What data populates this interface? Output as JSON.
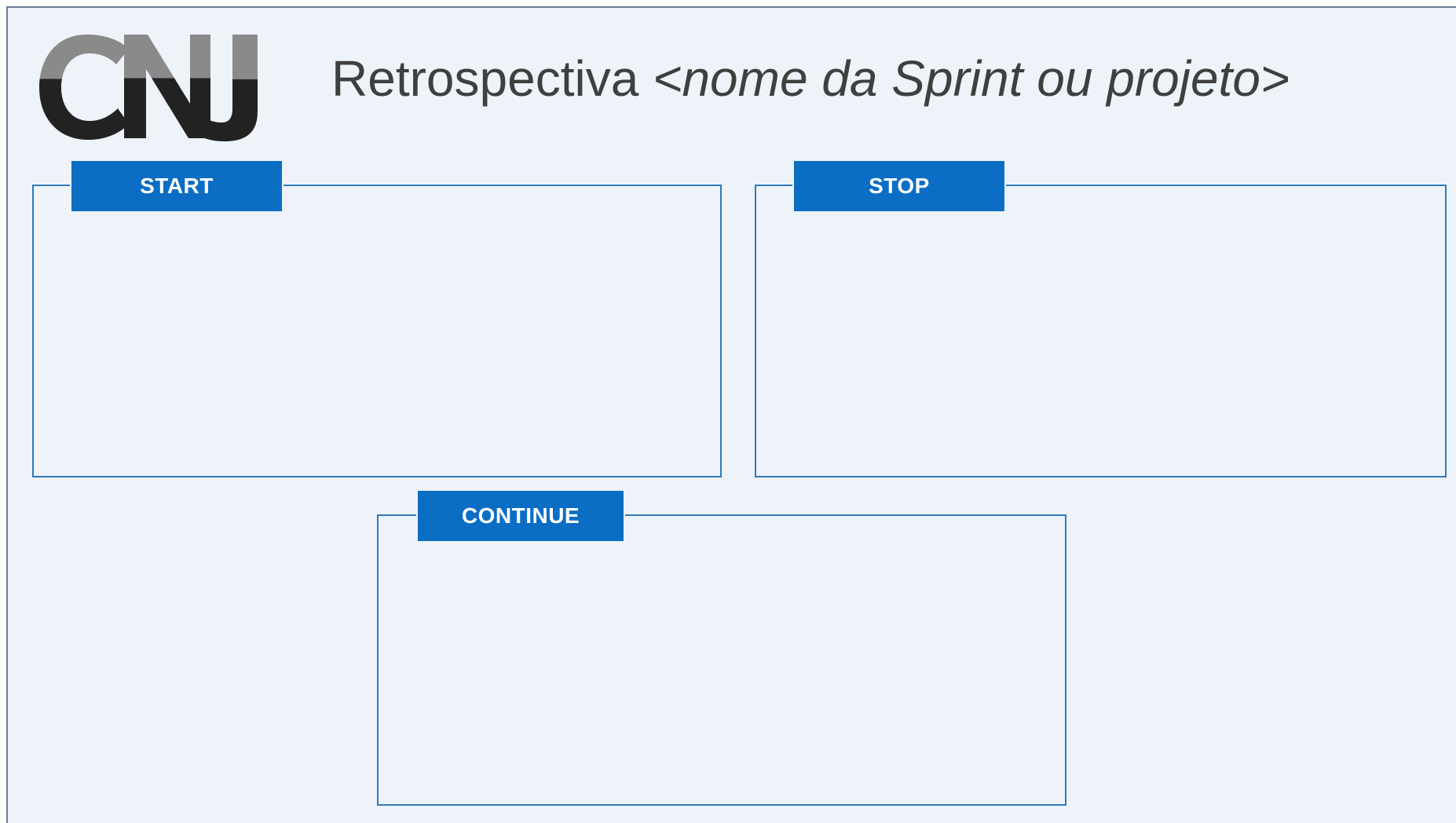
{
  "slide": {
    "title_main": "Retrospectiva ",
    "title_placeholder": "<nome da Sprint ou projeto>",
    "logo_text": "CNJ"
  },
  "panels": {
    "start": {
      "label": "START"
    },
    "stop": {
      "label": "STOP"
    },
    "continue": {
      "label": "CONTINUE"
    }
  },
  "colors": {
    "background": "#eef3fa",
    "panel_border": "#2f7ab9",
    "label_fill": "#0b6ec4",
    "label_text": "#ffffff",
    "title_text": "#3f3f3f",
    "logo_dark": "#222222",
    "logo_light": "#8a8a8a"
  }
}
